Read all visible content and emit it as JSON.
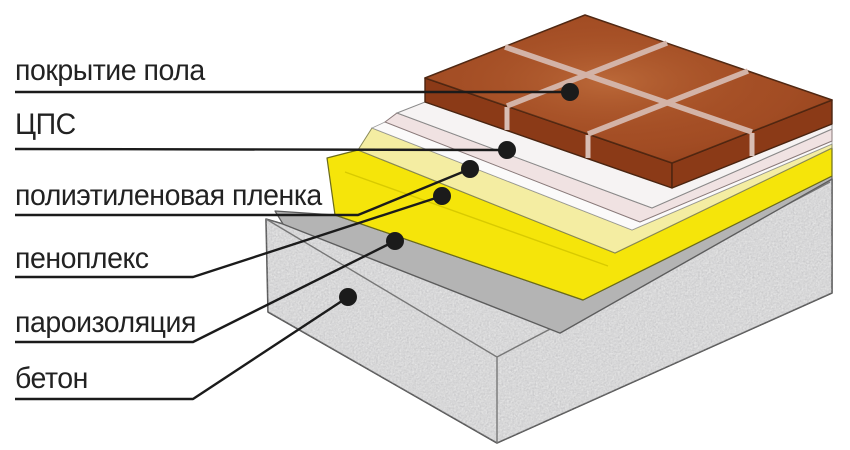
{
  "diagram_title": "",
  "layers": [
    {
      "id": "floor-covering",
      "label": "покрытие пола",
      "color": "#a24c24"
    },
    {
      "id": "cps-screed",
      "label": "ЦПС",
      "color": "#f0e2e2"
    },
    {
      "id": "pe-film",
      "label": "полиэтиленовая пленка",
      "color": "#f4eda2"
    },
    {
      "id": "penoplex",
      "label": "пеноплекс",
      "color": "#f5e50a"
    },
    {
      "id": "vapor-barrier",
      "label": "пароизоляция",
      "color": "#b4b4b4"
    },
    {
      "id": "concrete",
      "label": "бетон",
      "color": "#e5e5e5"
    }
  ],
  "colors": {
    "tile_face": "#8b3a17",
    "tile_grout": "#d3b3a7",
    "cps_top": "#f6f3f3",
    "white_strip": "#fbfafa",
    "line": "#1b1b1b",
    "outline": "#5c5c5c",
    "background": "#ffffff"
  }
}
